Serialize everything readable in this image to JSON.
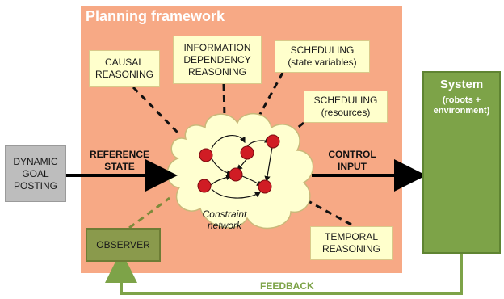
{
  "frame_title": "Planning framework",
  "boxes": {
    "causal": "CAUSAL\nREASONING",
    "information": "INFORMATION\nDEPENDENCY\nREASONING",
    "sched_state": "SCHEDULING\n(state variables)",
    "sched_res": "SCHEDULING\n(resources)",
    "temporal": "TEMPORAL\nREASONING"
  },
  "dynamic_goal": "DYNAMIC\nGOAL\nPOSTING",
  "reference_state": "REFERENCE\nSTATE",
  "control_input": "CONTROL\nINPUT",
  "observer": "OBSERVER",
  "network_label": "Constraint\nnetwork",
  "system": {
    "title": "System",
    "subtitle": "(robots +\nenvironment)"
  },
  "feedback": "FEEDBACK",
  "colors": {
    "frame": "#f7a985",
    "box": "#ffffcc",
    "system": "#7da348",
    "observer": "#8a9a4c",
    "node": "#d01c24",
    "cloud": "#ffffd0"
  }
}
